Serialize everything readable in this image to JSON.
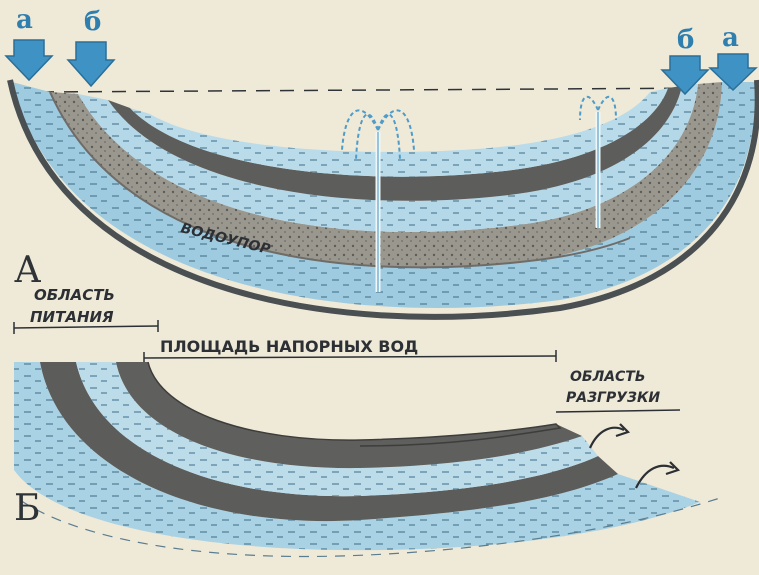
{
  "diagram_a": {
    "letter": "А",
    "arrow_a": "а",
    "arrow_b": "б",
    "aquitard": "ВОДОУПОР"
  },
  "diagram_b": {
    "letter": "Б",
    "recharge_line1": "ОБЛАСТЬ",
    "recharge_line2": "ПИТАНИЯ",
    "pressure_area": "ПЛОЩАДЬ НАПОРНЫХ ВОД",
    "discharge_line1": "ОБЛАСТЬ",
    "discharge_line2": "РАЗГРУЗКИ"
  },
  "colors": {
    "paper": "#efe9d8",
    "water": "#9fcbe0",
    "water_light": "#c6e1ee",
    "clay": "#8f8c86",
    "dark_clay": "#5a5a5a",
    "arrow": "#3f93c4"
  }
}
